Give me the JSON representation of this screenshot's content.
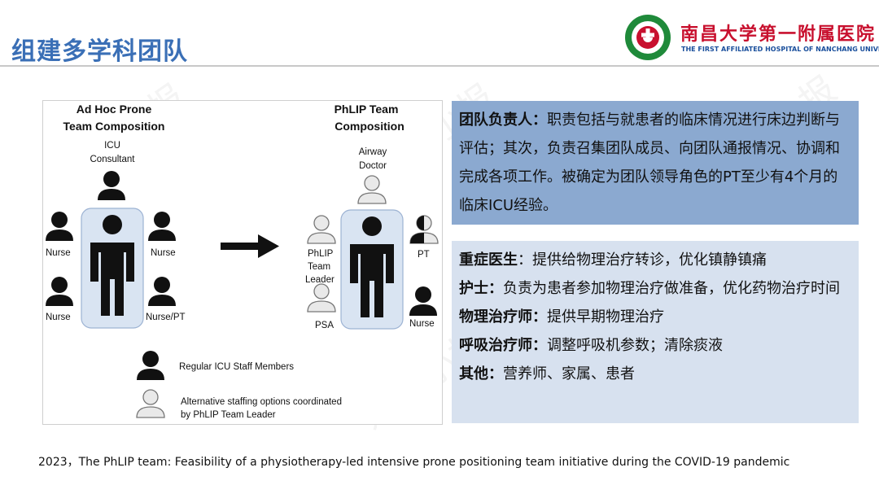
{
  "header": {
    "title": "组建多学科团队",
    "logo_cn": "南昌大学第一附属医院",
    "logo_en": "THE FIRST AFFILIATED HOSPITAL OF NANCHANG UNIVERSITY"
  },
  "diagram": {
    "left_heading_1": "Ad Hoc Prone",
    "left_heading_2": "Team Composition",
    "right_heading_1": "PhLIP Team",
    "right_heading_2": "Composition",
    "icu_1": "ICU",
    "icu_2": "Consultant",
    "nurse": "Nurse",
    "nurse_pt": "Nurse/PT",
    "airway_1": "Airway",
    "airway_2": "Doctor",
    "phlip_1": "PhLIP",
    "phlip_2": "Team",
    "phlip_3": "Leader",
    "pt": "PT",
    "psa": "PSA",
    "legend_regular": "Regular ICU Staff Members",
    "legend_alt_1": "Alternative staffing options coordinated",
    "legend_alt_2": "by PhLIP Team Leader"
  },
  "box1": {
    "label": "团队负责人",
    "colon": "：",
    "text": "职责包括与就患者的临床情况进行床边判断与评估；其次，负责召集团队成员、向团队通报情况、协调和完成各项工作。被确定为团队领导角色的PT至少有4个月的临床ICU经验。"
  },
  "box2": {
    "items": [
      {
        "label": "重症医生",
        "colon": "：",
        "text": "提供给物理治疗转诊，优化镇静镇痛"
      },
      {
        "label": "护士",
        "colon": "：",
        "text": "负责为患者参加物理治疗做准备，优化药物治疗时间"
      },
      {
        "label": "物理治疗师",
        "colon": "：",
        "text": "提供早期物理治疗"
      },
      {
        "label": "呼吸治疗师",
        "colon": "：",
        "text": "调整呼吸机参数；清除痰液"
      },
      {
        "label": "其他",
        "colon": "：",
        "text": "营养师、家属、患者"
      }
    ]
  },
  "citation": "2023，The PhLIP team: Feasibility of a physiotherapy-led intensive prone positioning team initiative during the COVID-19 pandemic",
  "watermark": "知呼小报",
  "colors": {
    "title": "#3a6fb6",
    "box1_bg": "#8ba9d0",
    "box2_bg": "#d7e1ef",
    "logo_red": "#c8102e",
    "logo_green": "#1f8a3a"
  }
}
